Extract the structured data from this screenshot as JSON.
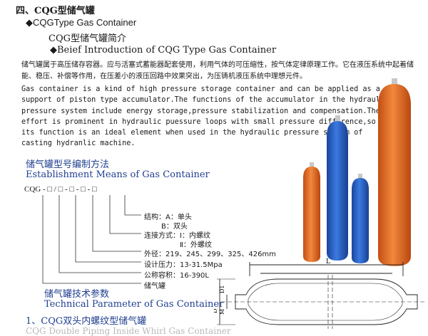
{
  "header": {
    "section": "四、CQG型储气罐",
    "en_title": "◆CQGType Gas Container",
    "cn_subtitle": "CQG型储气罐简介",
    "brief": "◆Beief Introduction of CQG Type Gas Container"
  },
  "intro": {
    "cn": "储气罐属于高压储存容器。应与活塞式蓄能器配套使用，利用气体的可压缩性，按气体定律原理工作。它在液压系统中起着储能、稳压、补偿等作用，在压差小的液压回路中效果突出，为压铸机液压系统中理想元件。",
    "en": "Gas container is a kind of high pressure storage container and can be applied as a support of piston type accumulator.The functions of the accumulator in the hydraulic pressure system include energy storage,pressure stabilization and compensation.The effort is prominent in hydraulic puessure loops with small pressure difference,so its function is an ideal element when used in the hydraulic pressure system of casting hydranlic machine."
  },
  "designation": {
    "cn_title": "储气罐型号编制方法",
    "en_title": "Establishment Means of Gas Container",
    "code": "CQG - □ / □ - □ - □ - □",
    "labels": [
      "结构：A：单头",
      "B：双头",
      "连接方式：Ⅰ：内螺纹",
      "Ⅱ：外螺纹",
      "外径：219、245、299、325、426mm",
      "设计压力：13-31.5Mpa",
      "公称容积：16-390L",
      "储气罐"
    ]
  },
  "technical": {
    "cn_title": "储气罐技术参数",
    "en_title": "Technical Parameter of Gas Container",
    "section1": "1、CQG双头内螺纹型储气罐",
    "section1_en": "CQG Double Piping Inside Whirl Gas Container"
  },
  "drawing": {
    "dim_L": "L",
    "dim_D1": "D1",
    "dim_D": "D",
    "dim_M": "M"
  },
  "colors": {
    "accent": "#1f3f8f",
    "cylinder_orange": "#e8702a",
    "cylinder_blue": "#2a5fc9"
  }
}
